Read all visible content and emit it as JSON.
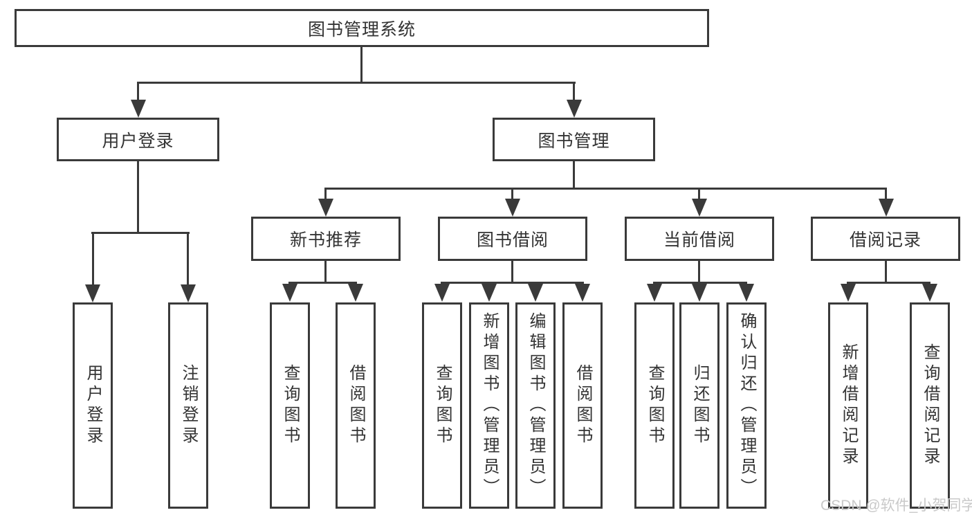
{
  "diagram": {
    "root": {
      "label": "图书管理系统"
    },
    "level2": [
      {
        "label": "用户登录"
      },
      {
        "label": "图书管理"
      }
    ],
    "level3": [
      {
        "label": "新书推荐"
      },
      {
        "label": "图书借阅"
      },
      {
        "label": "当前借阅"
      },
      {
        "label": "借阅记录"
      }
    ],
    "leaves": {
      "user_login": [
        "用户登录",
        "注销登录"
      ],
      "new_books": [
        "查询图书",
        "借阅图书"
      ],
      "book_borrow": [
        "查询图书",
        "新增图书（管理员）",
        "编辑图书（管理员）",
        "借阅图书"
      ],
      "current_borrow": [
        "查询图书",
        "归还图书",
        "确认归还（管理员）"
      ],
      "borrow_records": [
        "新增借阅记录",
        "查询借阅记录"
      ]
    }
  },
  "watermark": {
    "text": "CSDN @软件_小贺同学"
  },
  "colors": {
    "line": "#3a3a3a",
    "box_border": "#3a3a3a",
    "box_fill": "#ffffff",
    "background": "#ffffff",
    "text": "#333333",
    "watermark": "#c9c9c9"
  }
}
